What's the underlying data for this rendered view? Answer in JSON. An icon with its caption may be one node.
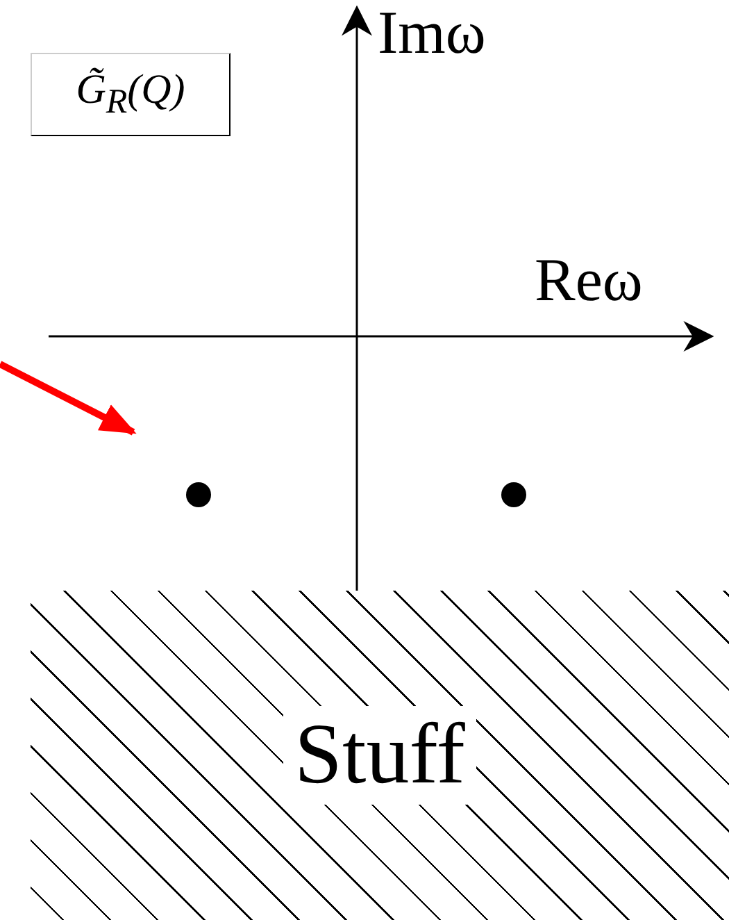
{
  "diagram": {
    "nodes": [
      {
        "text": [
          "G̃$_{R}$(Q)"
        ]
      },
      {
        "text": [
          "Stuff"
        ]
      }
    ],
    "labels": [
      "Imω",
      "Reω"
    ]
  }
}
